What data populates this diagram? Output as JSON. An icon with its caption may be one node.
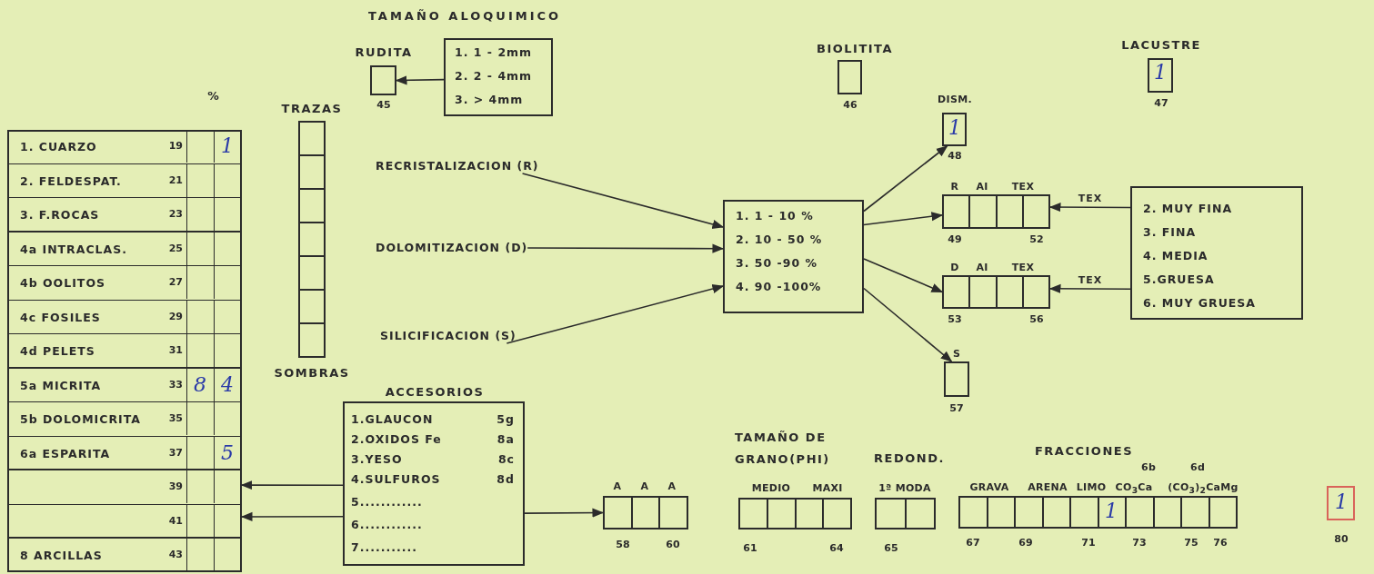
{
  "diagram": {
    "nodes": [
      {
        "text": [
          "%"
        ]
      },
      {
        "text": [
          "1. CUARZO",
          "19",
          "1"
        ],
        "in": 0
      },
      {
        "text": [
          "2. FELDESPAT.",
          "21"
        ],
        "in": 0
      },
      {
        "text": [
          "3. F.ROCAS",
          "23"
        ],
        "in": 0
      },
      {
        "text": [
          "4a INTRACLAS.",
          "25"
        ],
        "in": 0
      },
      {
        "text": [
          "4b OOLITOS",
          "27"
        ],
        "in": 0
      },
      {
        "text": [
          "4c FOSILES",
          "29"
        ],
        "in": 0
      },
      {
        "text": [
          "4d PELETS",
          "31"
        ],
        "in": 0
      },
      {
        "text": [
          "5a MICRITA",
          "33",
          "8",
          "4"
        ],
        "in": 0
      },
      {
        "text": [
          "5b DOLOMICRITA",
          "35"
        ],
        "in": 0
      },
      {
        "text": [
          "6a ESPARITA",
          "37",
          "5"
        ],
        "in": 0
      },
      {
        "text": [
          "39"
        ],
        "in": 0
      },
      {
        "text": [
          "41"
        ],
        "in": 0
      },
      {
        "text": [
          "8 ARCILLAS",
          "43"
        ],
        "in": 0
      },
      {
        "text": [
          "TRAZAS",
          "SOMBRAS"
        ]
      },
      {
        "text": [
          "RUDITA"
        ],
        "beside": [
          "45"
        ]
      },
      {
        "text": [
          "1. 1 - 2mm",
          "2. 2 - 4mm",
          "3. > 4mm"
        ]
      },
      {
        "text": [
          "BIOLITITA"
        ],
        "beside": [
          "46"
        ]
      },
      {
        "text": [
          "LACUSTRE",
          "1"
        ],
        "beside": [
          "47"
        ]
      },
      {
        "text": [
          "RECRISTALIZACION (R)"
        ]
      },
      {
        "text": [
          "DOLOMITIZACION (D)"
        ]
      },
      {
        "text": [
          "SILICIFICACION (S)"
        ]
      },
      {
        "text": [
          "1. 1 - 10 %",
          "2. 10 - 50 %",
          "3. 50 -90 %",
          "4. 90 -100%"
        ]
      },
      {
        "text": [
          "DISM.",
          "1"
        ],
        "beside": [
          "48"
        ]
      },
      {
        "text": [
          "R",
          "AI",
          "TEX"
        ],
        "beside": [
          "49",
          "52"
        ]
      },
      {
        "text": [
          "D",
          "AI",
          "TEX"
        ],
        "beside": [
          "53",
          "56"
        ]
      },
      {
        "text": [
          "S"
        ],
        "beside": [
          "57"
        ]
      },
      {
        "text": [
          "2. MUY FINA",
          "3. FINA",
          "4. MEDIA",
          "5.GRUESA",
          "6. MUY GRUESA"
        ]
      },
      {
        "text": [
          "ACCESORIOS",
          "1.GLAUCON",
          "5g",
          "2.OXIDOS Fe",
          "8a",
          "3.YESO",
          "8c",
          "4.SULFUROS",
          "8d",
          "5............",
          "6............",
          "7..........."
        ]
      },
      {
        "text": [
          "A",
          "A",
          "A"
        ],
        "beside": [
          "58",
          "60"
        ]
      },
      {
        "text": [
          "TAMAÑO DE GRANO(PHI)",
          "MEDIO",
          "MAXI"
        ],
        "beside": [
          "61",
          "64"
        ]
      },
      {
        "text": [
          "REDOND.",
          "1ª MODA"
        ],
        "beside": [
          "65"
        ]
      },
      {
        "text": [
          "FRACCIONES",
          "GRAVA",
          "ARENA",
          "LIMO",
          "6b",
          "CO$_{3}$Ca",
          "6d",
          "(CO$_{3}$)$_{2}$CaMg",
          "1"
        ],
        "beside": [
          "67",
          "69",
          "71",
          "73",
          "75",
          "76"
        ]
      },
      {
        "text": [
          "1"
        ],
        "beside": [
          "80"
        ]
      }
    ],
    "edges": [
      {
        "from": 16,
        "to": 15,
        "arrow": "to"
      },
      {
        "from": 19,
        "to": 22,
        "arrow": "to"
      },
      {
        "from": 20,
        "to": 22,
        "arrow": "to"
      },
      {
        "from": 21,
        "to": 22,
        "arrow": "to"
      },
      {
        "from": 22,
        "to": 23,
        "arrow": "to"
      },
      {
        "from": 22,
        "to": 24,
        "arrow": "to"
      },
      {
        "from": 22,
        "to": 25,
        "arrow": "to"
      },
      {
        "from": 22,
        "to": 26,
        "arrow": "to"
      },
      {
        "from": 27,
        "to": 24,
        "arrow": "to",
        "label": "TEX"
      },
      {
        "from": 27,
        "to": 25,
        "arrow": "to",
        "label": "TEX"
      },
      {
        "from": 28,
        "to": 11,
        "arrow": "to"
      },
      {
        "from": 28,
        "to": 12,
        "arrow": "to"
      },
      {
        "from": 28,
        "to": 29,
        "arrow": "to"
      }
    ],
    "labels": [
      "TAMAÑO ALOQUIMICO"
    ]
  }
}
